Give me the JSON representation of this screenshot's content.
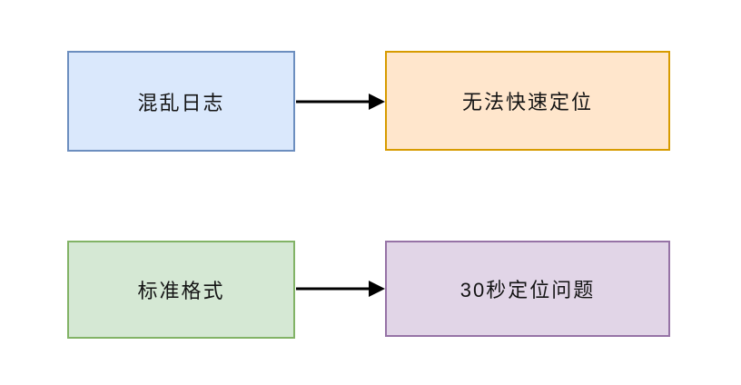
{
  "diagram": {
    "background": "#ffffff",
    "text_color": "#141414",
    "arrow_color": "#000000",
    "nodes": [
      {
        "id": "chaotic-logs",
        "label": "混乱日志",
        "fill": "#dae8fc",
        "stroke": "#6c8ebf"
      },
      {
        "id": "cannot-locate",
        "label": "无法快速定位",
        "fill": "#ffe6cc",
        "stroke": "#d79b00"
      },
      {
        "id": "standard-format",
        "label": "标准格式",
        "fill": "#d5e8d4",
        "stroke": "#82b366"
      },
      {
        "id": "locate-in-30s",
        "label": "30秒定位问题",
        "fill": "#e1d5e7",
        "stroke": "#9673a6"
      }
    ],
    "edges": [
      {
        "from": "chaotic-logs",
        "to": "cannot-locate"
      },
      {
        "from": "standard-format",
        "to": "locate-in-30s"
      }
    ]
  }
}
